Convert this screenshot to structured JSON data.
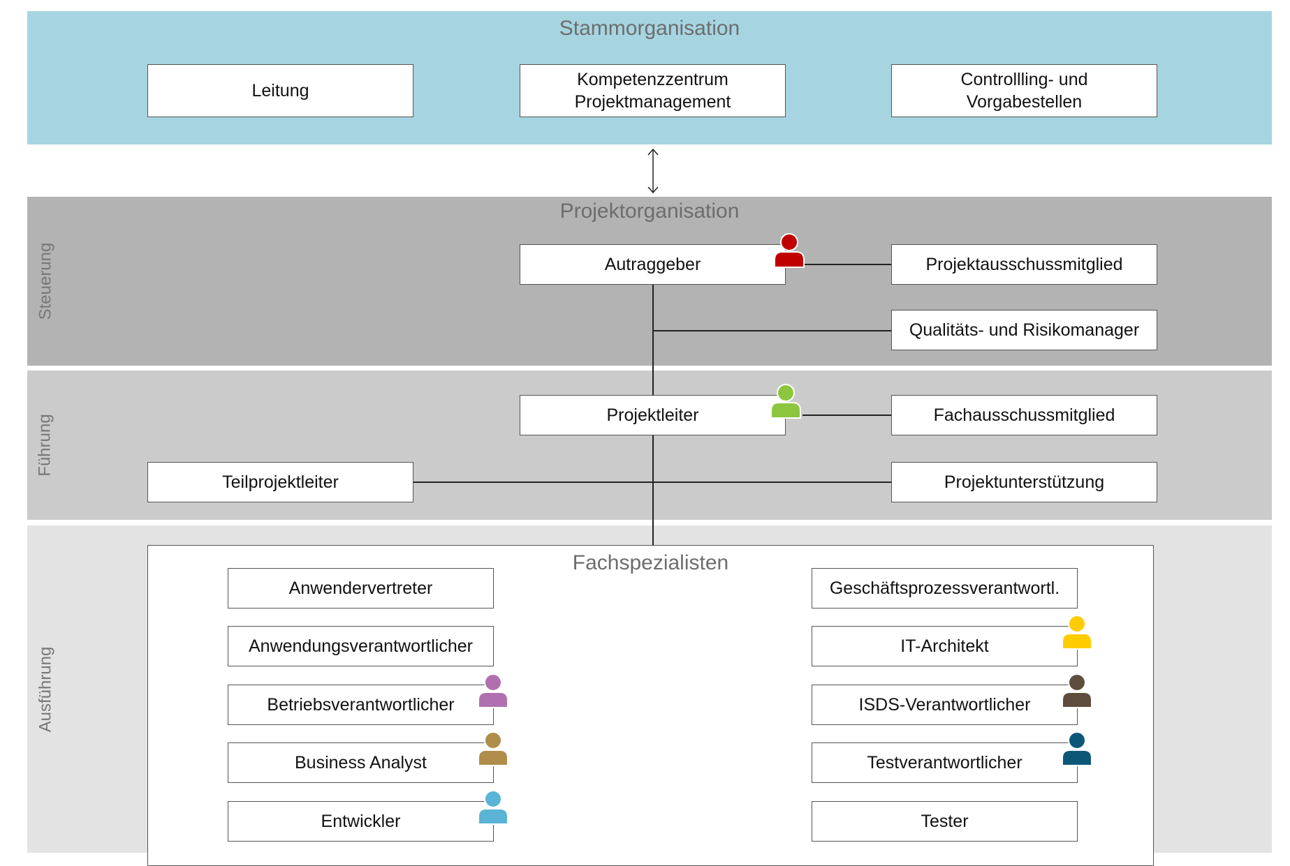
{
  "colors": {
    "stamm_band": "#a6d5e1",
    "steuerung_band": "#b3b3b3",
    "fuehrung_band": "#cbcbcb",
    "ausfuehrung_band": "#e3e3e3",
    "auftraggeber_icon": "#c00000",
    "projektleiter_icon": "#8cc63f",
    "betrieb_icon": "#b070b0",
    "business_icon": "#b08d4a",
    "entwickler_icon": "#5ab4d6",
    "it_architekt_icon": "#ffcc00",
    "isds_icon": "#5e4d3c",
    "test_icon": "#0c5778"
  },
  "stamm": {
    "title": "Stammorganisation",
    "leitung": "Leitung",
    "kompetenz": "Kompetenzzentrum\nProjektmanagement",
    "controlling": "Controllling- und\nVorgabestellen"
  },
  "projekt": {
    "title": "Projektorganisation",
    "steuerung_label": "Steuerung",
    "fuehrung_label": "Führung",
    "ausfuehrung_label": "Ausführung",
    "auftraggeber": "Autraggeber",
    "projektausschuss": "Projektausschussmitglied",
    "qualitaet": "Qualitäts- und Risikomanager",
    "projektleiter": "Projektleiter",
    "fachausschuss": "Fachausschussmitglied",
    "teilprojektleiter": "Teilprojektleiter",
    "projektunterstuetzung": "Projektunterstützung"
  },
  "fach": {
    "title": "Fachspezialisten",
    "left": [
      "Anwendervertreter",
      "Anwendungsverantwortlicher",
      "Betriebsverantwortlicher",
      "Business Analyst",
      "Entwickler"
    ],
    "right": [
      "Geschäftsprozessverantwortl.",
      "IT-Architekt",
      "ISDS-Verantwortlicher",
      "Testverantwortlicher",
      "Tester"
    ]
  },
  "icons": {
    "auftraggeber": "person-icon",
    "projektleiter": "person-icon",
    "betrieb": "person-icon",
    "business": "person-icon",
    "entwickler": "person-icon",
    "it_architekt": "person-icon",
    "isds": "person-icon",
    "test": "person-icon"
  }
}
